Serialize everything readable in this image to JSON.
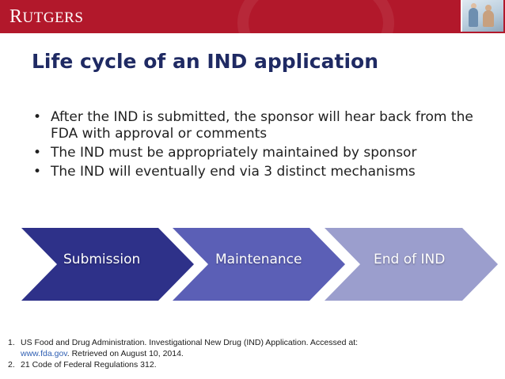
{
  "header": {
    "logo_cap": "R",
    "logo_rest": "UTGERS",
    "bar_color": "#b2182b"
  },
  "slide": {
    "title": "Life cycle of an IND application",
    "bullets": [
      "After the IND is submitted, the sponsor will hear back from the FDA with approval or comments",
      "The IND must be appropriately maintained by sponsor",
      "The IND will eventually end via 3 distinct mechanisms"
    ]
  },
  "process": {
    "steps": [
      {
        "label": "Submission",
        "color": "#2e3189"
      },
      {
        "label": "Maintenance",
        "color": "#5b5fb6"
      },
      {
        "label": "End of IND",
        "color": "#9b9ecd"
      }
    ]
  },
  "footnotes": {
    "n1": "1.",
    "fn1_text": "US Food and Drug Administration. Investigational New Drug (IND) Application. Accessed at:",
    "fn1_link": "www.fda.gov",
    "fn1_after": ". Retrieved on August 10, 2014.",
    "n2": "2.",
    "fn2_text": "21 Code of Federal Regulations 312."
  }
}
